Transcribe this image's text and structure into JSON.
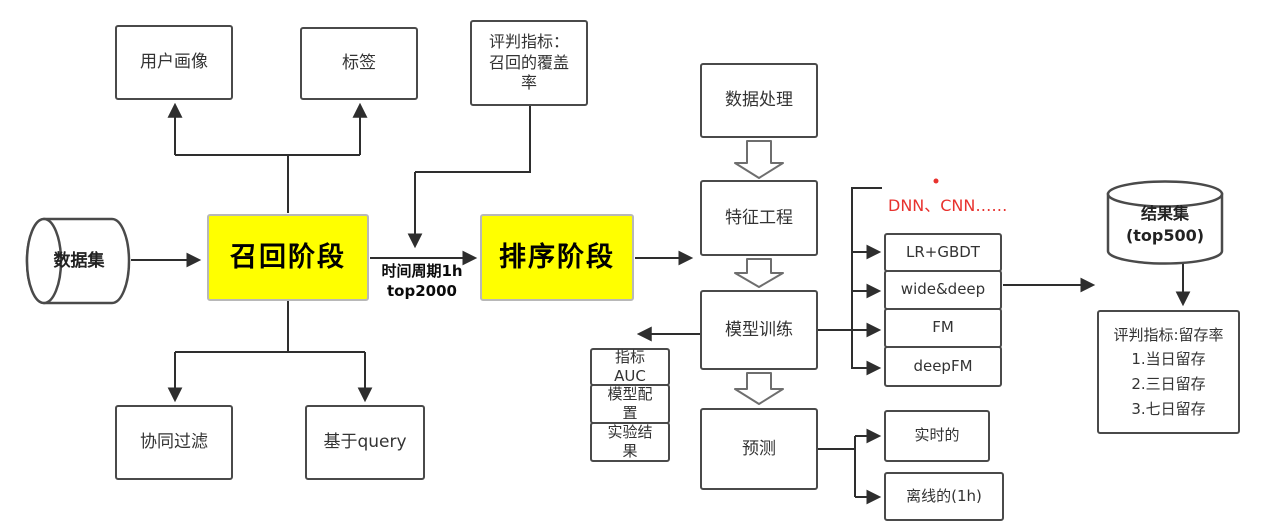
{
  "diagram": {
    "nodes": {
      "dataset": "数据集",
      "user_profile": "用户画像",
      "tag": "标签",
      "recall_metric": "评判指标：召回的覆盖率",
      "recall_stage": "召回阶段",
      "rank_stage": "排序阶段",
      "collab_filter": "协同过滤",
      "query_based": "基于query",
      "data_processing": "数据处理",
      "feature_engineering": "特征工程",
      "model_training": "模型训练",
      "prediction": "预测",
      "artifacts": [
        "指标\nAUC",
        "模型配\n置",
        "实验结\n果"
      ],
      "models_note": "DNN、CNN……",
      "models": [
        "LR+GBDT",
        "wide&deep",
        "FM",
        "deepFM"
      ],
      "result_set": "结果集\n(top500)",
      "retention": {
        "title": "评判指标:留存率",
        "items": [
          "1.当日留存",
          "2.三日留存",
          "3.七日留存"
        ]
      },
      "realtime": "实时的",
      "offline": "离线的(1h)"
    },
    "edge_labels": {
      "recall_to_rank": "时间周期1h\ntop2000"
    },
    "colors": {
      "stage_fill": "#ffff00",
      "box_border": "#4a4a4a",
      "line": "#2e2e2e",
      "note_red": "#e8322e"
    }
  }
}
